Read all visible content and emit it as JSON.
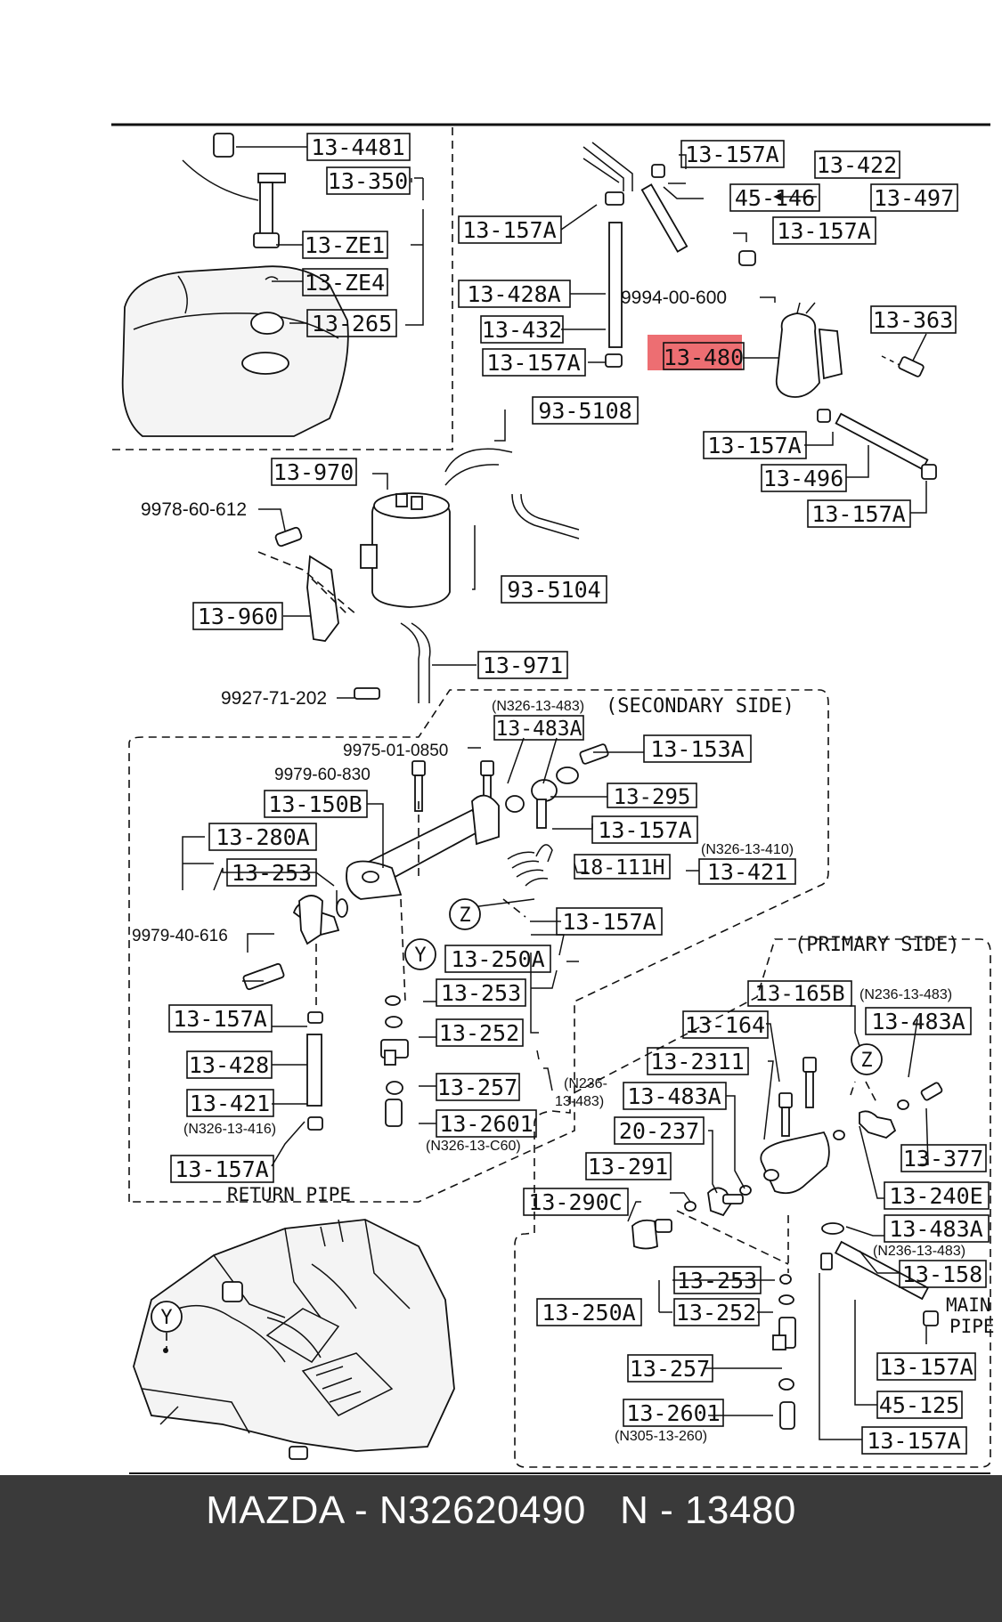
{
  "brand_colors": {
    "highlight": "#e8454a",
    "caption_bar": "#3a3a3a",
    "caption_text": "#ffffff"
  },
  "caption": {
    "text": "MAZDA - N32620490   N - 13480"
  },
  "highlighted_part": "13-480",
  "labels": {
    "l13_4481": "13-4481",
    "l13_350": "13-350",
    "l13_ze1": "13-ZE1",
    "l13_ze4": "13-ZE4",
    "l13_265": "13-265",
    "l13_157a_1": "13-157A",
    "l13_428a": "13-428A",
    "l13_432": "13-432",
    "l13_157a_2": "13-157A",
    "l13_157a_3": "13-157A",
    "l13_422": "13-422",
    "l45_146": "45-146",
    "l13_497": "13-497",
    "l13_157a_4": "13-157A",
    "l9994": "9994-00-600",
    "l13_363": "13-363",
    "l13_480": "13-480",
    "l93_5108": "93-5108",
    "l13_157a_5": "13-157A",
    "l13_496": "13-496",
    "l13_157a_6": "13-157A",
    "l13_970": "13-970",
    "l9978": "9978-60-612",
    "l93_5104": "93-5104",
    "l13_960": "13-960",
    "l13_971": "13-971",
    "l9927": "9927-71-202",
    "n326_483_a": "(N326-13-483)",
    "secondary_side": "(SECONDARY SIDE)",
    "l13_483a_1": "13-483A",
    "l9975": "9975-01-0850",
    "l13_153a": "13-153A",
    "l9979_830": "9979-60-830",
    "l13_295": "13-295",
    "l13_150b": "13-150B",
    "l13_157a_7": "13-157A",
    "n326_410": "(N326-13-410)",
    "l13_280a": "13-280A",
    "l18_111h": "18-111H",
    "l13_421_1": "13-421",
    "l13_253_1": "13-253",
    "z1": "Z",
    "l13_157a_8": "13-157A",
    "l9979_616": "9979-40-616",
    "y1": "Y",
    "l13_250a_1": "13-250A",
    "l13_253_2": "13-253",
    "l13_157a_9": "13-157A",
    "l13_252_1": "13-252",
    "l13_428": "13-428",
    "l13_421_2": "13-421",
    "n326_416": "(N326-13-416)",
    "l13_257_1": "13-257",
    "l13_2601_1": "13-2601",
    "n326_c60": "(N326-13-C60)",
    "l13_157a_10": "13-157A",
    "return_pipe": "RETURN PIPE",
    "primary_side": "(PRIMARY SIDE)",
    "l13_165b": "13-165B",
    "n236_483_a": "(N236-13-483)",
    "l13_164": "13-164",
    "l13_483a_2": "13-483A",
    "l13_2311": "13-2311",
    "z2": "Z",
    "n236_b1": "(N236-",
    "n236_b2": "13-483)",
    "l13_483a_3": "13-483A",
    "l20_237": "20-237",
    "l13_377": "13-377",
    "l13_291": "13-291",
    "l13_240e": "13-240E",
    "l13_290c": "13-290C",
    "l13_483a_4": "13-483A",
    "n236_483_b": "(N236-13-483)",
    "l13_158": "13-158",
    "l13_253_3": "13-253",
    "main_pipe_1": "MAIN",
    "main_pipe_2": "PIPE",
    "l13_250a_2": "13-250A",
    "l13_252_2": "13-252",
    "l13_157a_11": "13-157A",
    "y2": "Y",
    "l13_257_2": "13-257",
    "l45_125": "45-125",
    "l13_2601_2": "13-2601",
    "n305_260": "(N305-13-260)",
    "l13_157a_12": "13-157A"
  }
}
